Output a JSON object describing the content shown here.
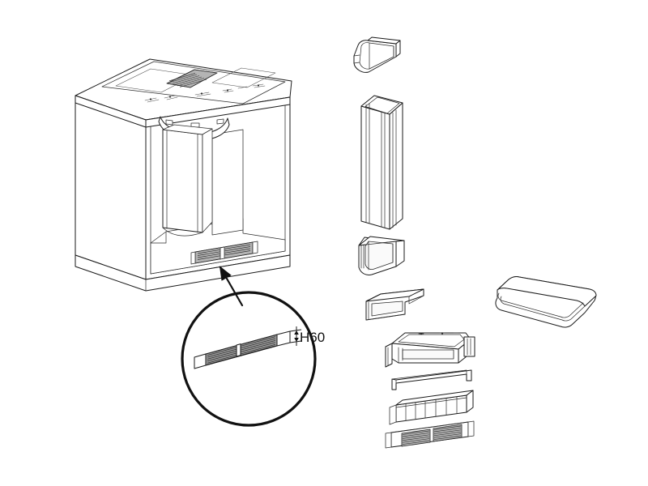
{
  "document": {
    "title": "Downdraft Extractor Hob Installation Diagram",
    "subject": "Induction hob with integrated downdraft extraction and plinth recirculation kit",
    "drawing_style": "isometric technical line art",
    "background_color": "#ffffff",
    "line_color": "#1a1a1a",
    "shading_color": "#b4b4b4"
  },
  "annotations": {
    "dimension_label": "H60",
    "dimension_meaning": "plinth grille height 60 mm",
    "detail_circle_label": "",
    "leader_description": "arrow from detail circle to plinth grille on cabinet base"
  },
  "assembly": {
    "name": "cabinet-assembly",
    "label": "",
    "parts": [
      {
        "id": "cabinet-carcass",
        "name": "base cabinet carcass",
        "label": ""
      },
      {
        "id": "worktop",
        "name": "worktop",
        "label": ""
      },
      {
        "id": "hob-surface",
        "name": "induction hob surface",
        "label": ""
      },
      {
        "id": "hob-extraction-grille",
        "name": "central downdraft extraction grille",
        "label": ""
      },
      {
        "id": "hob-cooking-zone-left",
        "name": "left cooking zone",
        "label": ""
      },
      {
        "id": "hob-cooking-zone-right",
        "name": "right cooking zone",
        "label": ""
      },
      {
        "id": "hob-controls",
        "name": "touch control panel markings",
        "label": ""
      },
      {
        "id": "downdraft-motor-unit",
        "name": "downdraft motor and fan body",
        "label": ""
      },
      {
        "id": "downdraft-duct-drop",
        "name": "vertical duct drop inside cabinet",
        "label": ""
      },
      {
        "id": "plinth-grille",
        "name": "plinth outlet grille",
        "label": ""
      },
      {
        "id": "cabinet-base-plinth",
        "name": "cabinet base plinth",
        "label": ""
      }
    ]
  },
  "detail_view": {
    "name": "detail-circle",
    "label": "",
    "contents": [
      {
        "id": "detail-plinth-grille",
        "name": "plinth grille enlarged view",
        "label": ""
      },
      {
        "id": "detail-dimension",
        "name": "height dimension H60",
        "label": "H60"
      }
    ]
  },
  "components": [
    {
      "id": "duct-elbow-adapter",
      "name": "flat duct elbow adapter",
      "label": "",
      "position": "top-right"
    },
    {
      "id": "duct-straight-tall",
      "name": "straight rectangular duct section",
      "label": "",
      "position": "right-upper"
    },
    {
      "id": "duct-connector-open",
      "name": "open duct connector sleeve",
      "label": "",
      "position": "right-middle"
    },
    {
      "id": "duct-transition-piece",
      "name": "duct transition piece",
      "label": "",
      "position": "right-middle-lower"
    },
    {
      "id": "flat-channel-duct",
      "name": "low profile flat channel duct",
      "label": "",
      "position": "far-right"
    },
    {
      "id": "plinth-housing",
      "name": "plinth filter housing with mounting brackets",
      "label": "",
      "position": "bottom-centre"
    },
    {
      "id": "mounting-bracket",
      "name": "u-shaped mounting bracket",
      "label": "",
      "position": "bottom-centre"
    },
    {
      "id": "charcoal-filter-cartridge",
      "name": "charcoal filter cartridge",
      "label": "",
      "cells": 7,
      "position": "bottom-centre"
    },
    {
      "id": "outlet-grille-panel",
      "name": "outlet grille panel with louvers",
      "label": "",
      "sections": 2,
      "position": "bottom-centre"
    }
  ]
}
